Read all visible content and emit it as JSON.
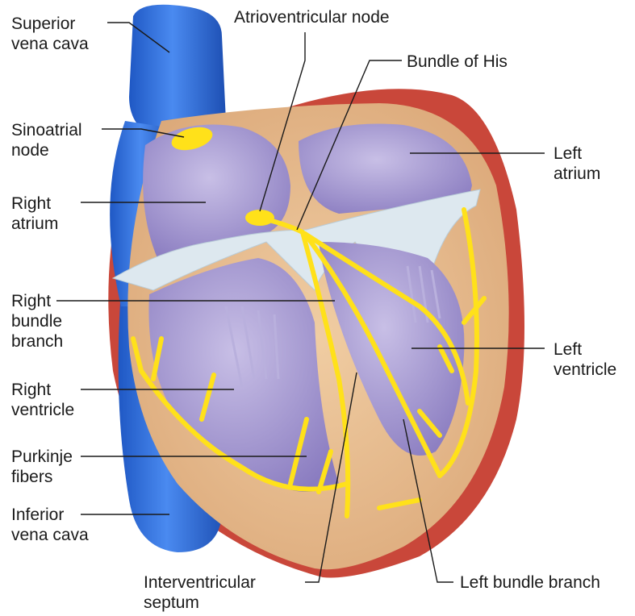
{
  "labels": {
    "superior_vena_cava": [
      "Superior",
      "vena cava"
    ],
    "atrioventricular_node": [
      "Atrioventricular node"
    ],
    "bundle_of_his": [
      "Bundle of His"
    ],
    "sinoatrial_node": [
      "Sinoatrial",
      "node"
    ],
    "left_atrium": [
      "Left",
      "atrium"
    ],
    "right_atrium": [
      "Right",
      "atrium"
    ],
    "right_bundle_branch": [
      "Right",
      "bundle",
      "branch"
    ],
    "left_ventricle": [
      "Left",
      "ventricle"
    ],
    "right_ventricle": [
      "Right",
      "ventricle"
    ],
    "purkinje_fibers": [
      "Purkinje",
      "fibers"
    ],
    "inferior_vena_cava": [
      "Inferior",
      "vena cava"
    ],
    "interventricular_septum": [
      "Interventricular",
      "septum"
    ],
    "left_bundle_branch": [
      "Left bundle branch"
    ]
  },
  "colors": {
    "vena_cava": "#2f6fd6",
    "myocardium": "#e6b98a",
    "chamber": "#a99bd2",
    "valve": "#d9e6ee",
    "conduction": "#ffe11a",
    "epicardium": "#c9473a"
  }
}
